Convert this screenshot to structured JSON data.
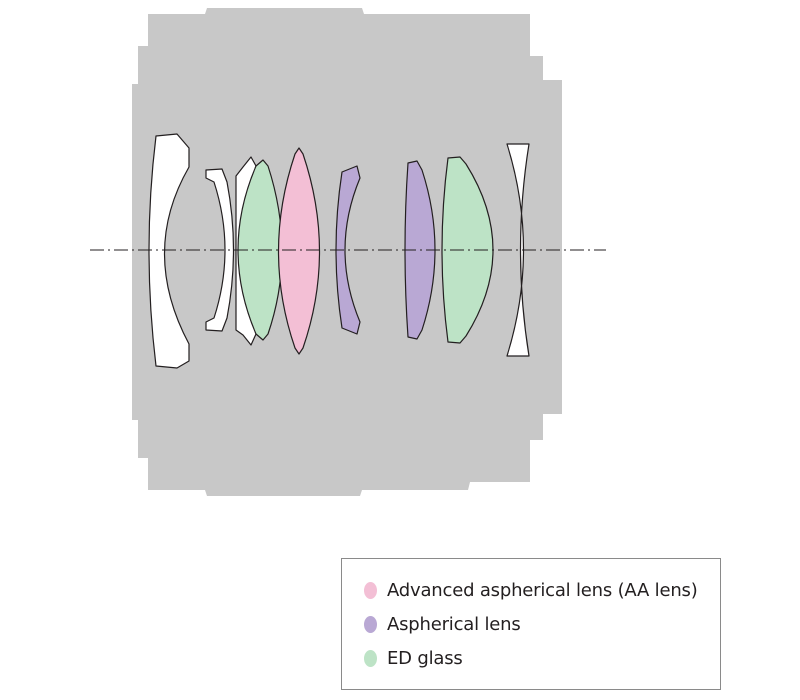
{
  "colors": {
    "barrel": "#c8c8c8",
    "plain_glass": "#ffffff",
    "aa_lens": "#f3bfd5",
    "aspherical_lens": "#b9a8d4",
    "ed_glass": "#bde3c6",
    "outline": "#231f20",
    "axis": "#231f20"
  },
  "legend": {
    "items": [
      {
        "label": "Advanced aspherical lens (AA lens)",
        "color": "#f3bfd5"
      },
      {
        "label": "Aspherical lens",
        "color": "#b9a8d4"
      },
      {
        "label": "ED glass",
        "color": "#bde3c6"
      }
    ]
  },
  "lens_elements": [
    {
      "type": "plain_glass"
    },
    {
      "type": "plain_glass"
    },
    {
      "type": "plain_glass"
    },
    {
      "type": "ed_glass"
    },
    {
      "type": "aa_lens"
    },
    {
      "type": "aspherical_lens"
    },
    {
      "type": "aspherical_lens"
    },
    {
      "type": "ed_glass"
    },
    {
      "type": "plain_glass"
    }
  ]
}
